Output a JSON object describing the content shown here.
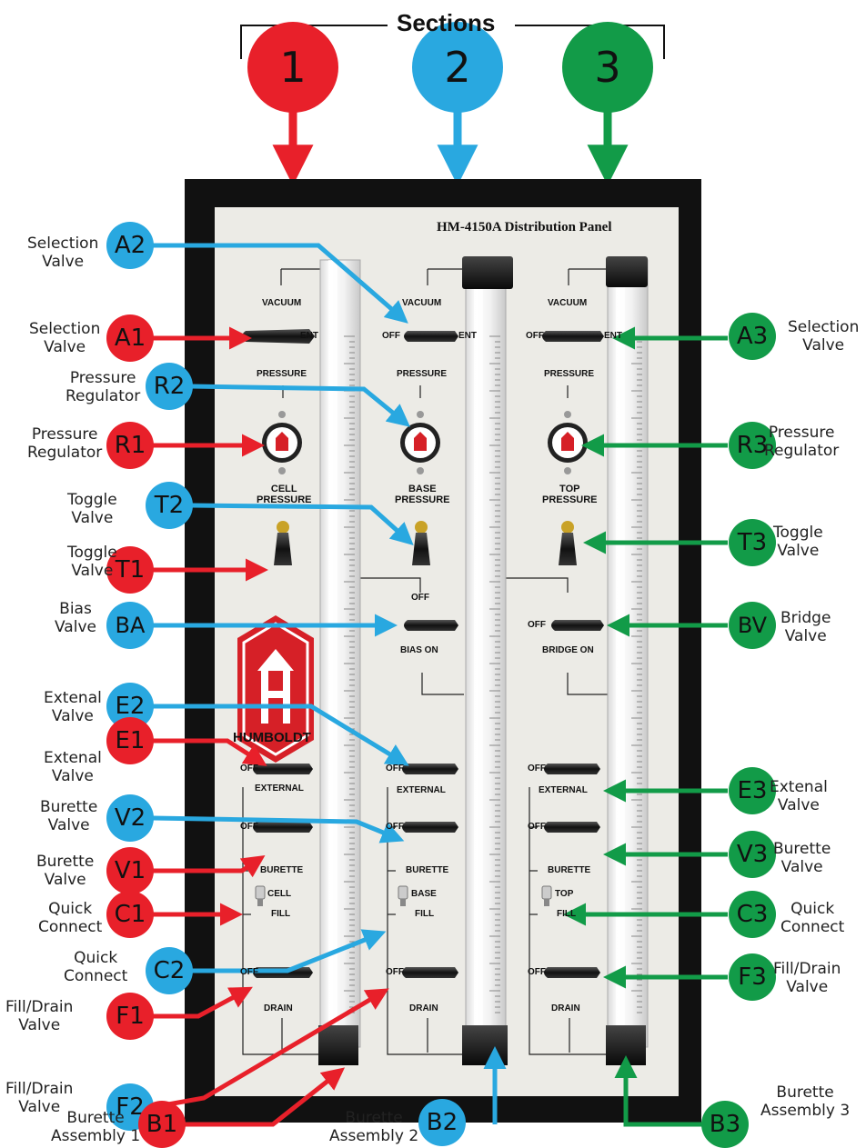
{
  "header": {
    "title": "Sections"
  },
  "sections": [
    {
      "number": "1",
      "color": "#e8202a"
    },
    {
      "number": "2",
      "color": "#29a8e0"
    },
    {
      "number": "3",
      "color": "#129b48"
    }
  ],
  "panel": {
    "title": "HM-4150A Distribution Panel",
    "brand": "HUMBOLDT",
    "labels": {
      "vacuum": "VACUUM",
      "pressure": "PRESSURE",
      "off": "OFF",
      "ent": "ENT",
      "cell_pressure": [
        "CELL",
        "PRESSURE"
      ],
      "base_pressure": [
        "BASE",
        "PRESSURE"
      ],
      "top_pressure": [
        "TOP",
        "PRESSURE"
      ],
      "bias_on": "BIAS ON",
      "bridge_on": "BRIDGE ON",
      "external": "EXTERNAL",
      "burette": "BURETTE",
      "cell": "CELL",
      "base": "BASE",
      "top": "TOP",
      "fill": "FILL",
      "drain": "DRAIN"
    }
  },
  "callouts": {
    "A1": {
      "code": "A1",
      "lines": [
        "Selection",
        "Valve"
      ]
    },
    "A2": {
      "code": "A2",
      "lines": [
        "Selection",
        "Valve"
      ]
    },
    "A3": {
      "code": "A3",
      "lines": [
        "Selection",
        "Valve"
      ]
    },
    "R1": {
      "code": "R1",
      "lines": [
        "Pressure",
        "Regulator"
      ]
    },
    "R2": {
      "code": "R2",
      "lines": [
        "Pressure",
        "Regulator"
      ]
    },
    "R3": {
      "code": "R3",
      "lines": [
        "Pressure",
        "Regulator"
      ]
    },
    "T1": {
      "code": "T1",
      "lines": [
        "Toggle",
        "Valve"
      ]
    },
    "T2": {
      "code": "T2",
      "lines": [
        "Toggle",
        "Valve"
      ]
    },
    "T3": {
      "code": "T3",
      "lines": [
        "Toggle",
        "Valve"
      ]
    },
    "BA": {
      "code": "BA",
      "lines": [
        "Bias",
        "Valve"
      ]
    },
    "BV": {
      "code": "BV",
      "lines": [
        "Bridge",
        "Valve"
      ]
    },
    "E1": {
      "code": "E1",
      "lines": [
        "Extenal",
        "Valve"
      ]
    },
    "E2": {
      "code": "E2",
      "lines": [
        "Extenal",
        "Valve"
      ]
    },
    "E3": {
      "code": "E3",
      "lines": [
        "Extenal",
        "Valve"
      ]
    },
    "V1": {
      "code": "V1",
      "lines": [
        "Burette",
        "Valve"
      ]
    },
    "V2": {
      "code": "V2",
      "lines": [
        "Burette",
        "Valve"
      ]
    },
    "V3": {
      "code": "V3",
      "lines": [
        "Burette",
        "Valve"
      ]
    },
    "C1": {
      "code": "C1",
      "lines": [
        "Quick",
        "Connect"
      ]
    },
    "C2": {
      "code": "C2",
      "lines": [
        "Quick",
        "Connect"
      ]
    },
    "C3": {
      "code": "C3",
      "lines": [
        "Quick",
        "Connect"
      ]
    },
    "F1": {
      "code": "F1",
      "lines": [
        "Fill/Drain",
        "Valve"
      ]
    },
    "F2": {
      "code": "F2",
      "lines": [
        "Fill/Drain",
        "Valve"
      ]
    },
    "F3": {
      "code": "F3",
      "lines": [
        "Fill/Drain",
        "Valve"
      ]
    },
    "B1": {
      "code": "B1",
      "lines": [
        "Burette",
        "Assembly 1"
      ]
    },
    "B2": {
      "code": "B2",
      "lines": [
        "Burette",
        "Assembly 2"
      ]
    },
    "B3": {
      "code": "B3",
      "lines": [
        "Burette",
        "Assembly 3"
      ]
    }
  }
}
